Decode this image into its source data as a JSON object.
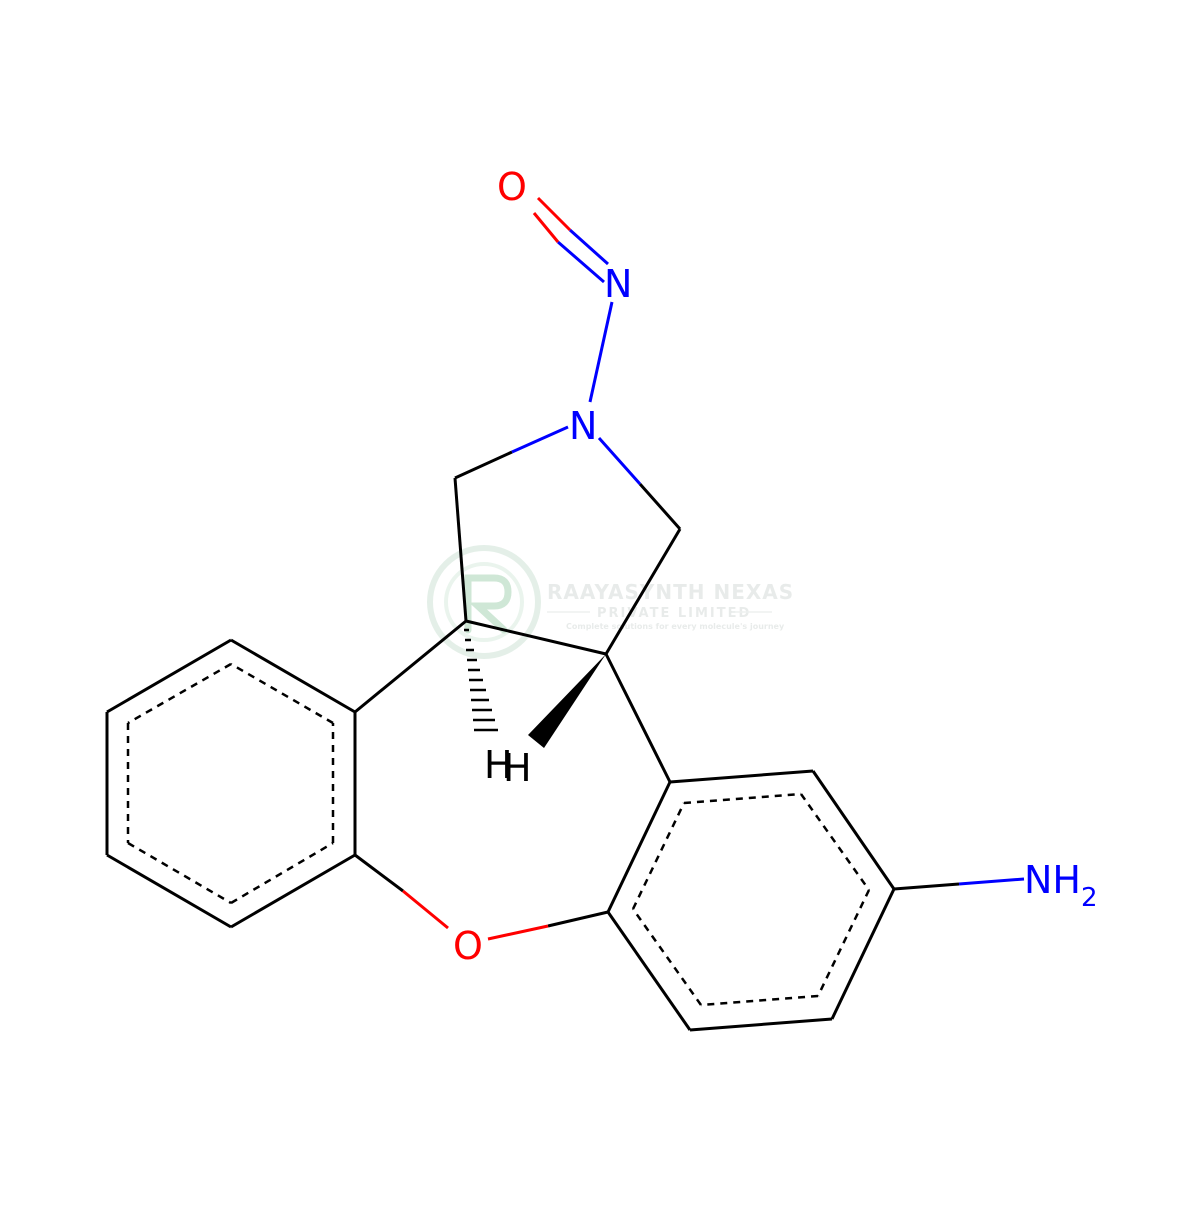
{
  "colors": {
    "bond": "#000000",
    "oxygen": "#ff0000",
    "nitrogen": "#0000ff",
    "hydrogen": "#000000",
    "watermark": "#cfd8d4",
    "watermark_green": "#b8dcc4"
  },
  "atoms": {
    "o_nitroso": "O",
    "n_nitroso": "N",
    "n_ring": "N",
    "o_ether": "O",
    "h_left": "H",
    "h_right": "H",
    "amine_n": "NH",
    "amine_sub": "2"
  },
  "watermark": {
    "company": "RAAYASYNTH NEXAS",
    "subtitle": "PRIVATE LIMITED",
    "tagline": "Complete solutions for every molecule's journey"
  }
}
